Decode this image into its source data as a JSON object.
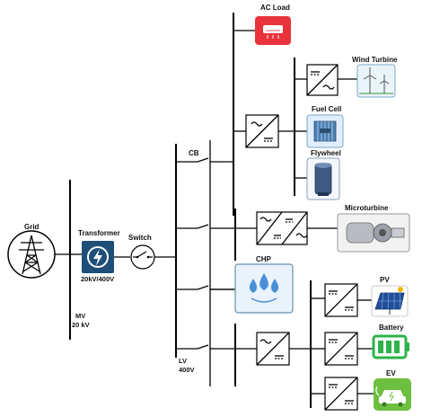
{
  "labels": {
    "grid": "Grid",
    "transformer": "Transformer",
    "transformer_rating": "20kV/400V",
    "switch": "Switch",
    "mv": "MV",
    "mv_voltage": "20 kV",
    "cb": "CB",
    "lv": "LV",
    "lv_voltage": "400V",
    "ac_load": "AC Load",
    "wind_turbine": "Wind Turbine",
    "fuel_cell": "Fuel Cell",
    "flywheel": "Flywheel",
    "microturbine": "Microturbine",
    "chp": "CHP",
    "pv": "PV",
    "battery": "Battery",
    "ev": "EV"
  },
  "colors": {
    "transformer_bg": "#1f4e79",
    "ac_load": "#e8333a",
    "chp_drop": "#4a90d9",
    "battery": "#2db34a",
    "ev": "#6cbf3f"
  },
  "icons": {
    "grid": "transmission-tower-icon",
    "transformer": "lightning-icon",
    "switch": "switch-icon",
    "ac_load": "air-conditioner-icon",
    "wind_turbine": "wind-turbine-icon",
    "fuel_cell": "fuel-cell-icon",
    "flywheel": "flywheel-icon",
    "microturbine": "microturbine-icon",
    "chp": "water-drops-icon",
    "pv": "solar-panel-icon",
    "battery": "battery-icon",
    "ev": "electric-car-icon"
  }
}
